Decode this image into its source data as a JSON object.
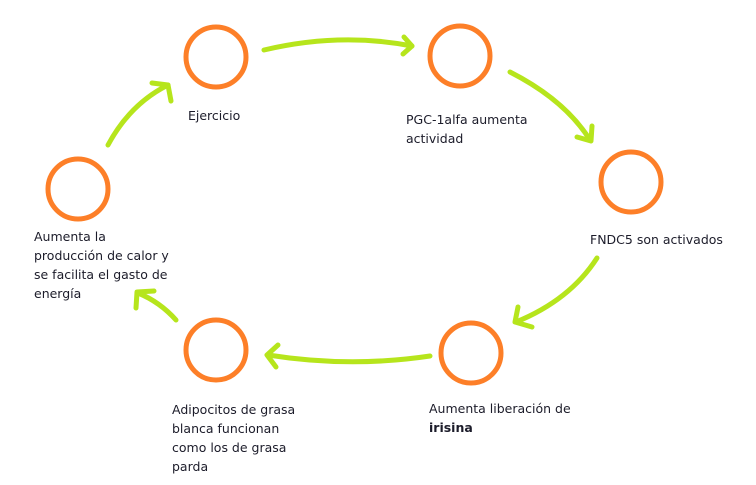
{
  "colors": {
    "node": "#fd7f28",
    "arrow": "#b6e51c",
    "text": "#1c1c2a"
  },
  "nodes": [
    {
      "id": "ejercicio",
      "lines": [
        "Ejercicio"
      ]
    },
    {
      "id": "pgc",
      "lines": [
        "PGC-1alfa aumenta",
        "actividad"
      ]
    },
    {
      "id": "fndc5",
      "lines": [
        "FNDC5 son activados"
      ]
    },
    {
      "id": "irisina",
      "lines": [
        "Aumenta liberación de",
        "irisina"
      ]
    },
    {
      "id": "adipocitos",
      "lines": [
        "Adipocitos de grasa",
        "blanca funcionan",
        "como los de grasa",
        "parda"
      ]
    },
    {
      "id": "calor",
      "lines": [
        "Aumenta la",
        "producción de calor y",
        "se facilita el gasto de",
        "energía"
      ]
    }
  ]
}
